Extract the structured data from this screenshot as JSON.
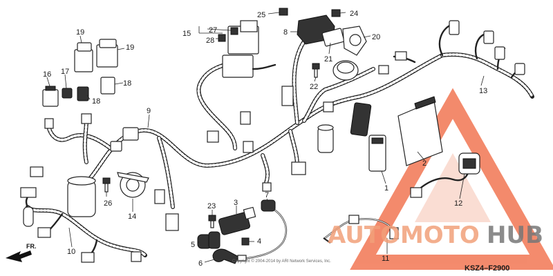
{
  "diagram": {
    "callouts": [
      {
        "id": "c1",
        "text": "1"
      },
      {
        "id": "c2",
        "text": "2"
      },
      {
        "id": "c3",
        "text": "3"
      },
      {
        "id": "c4",
        "text": "4"
      },
      {
        "id": "c5",
        "text": "5"
      },
      {
        "id": "c6",
        "text": "6"
      },
      {
        "id": "c7",
        "text": "7"
      },
      {
        "id": "c8",
        "text": "8"
      },
      {
        "id": "c9",
        "text": "9"
      },
      {
        "id": "c10",
        "text": "10"
      },
      {
        "id": "c11",
        "text": "11"
      },
      {
        "id": "c12",
        "text": "12"
      },
      {
        "id": "c13",
        "text": "13"
      },
      {
        "id": "c14",
        "text": "14"
      },
      {
        "id": "c15",
        "text": "15"
      },
      {
        "id": "c16",
        "text": "16"
      },
      {
        "id": "c17",
        "text": "17"
      },
      {
        "id": "c18a",
        "text": "18"
      },
      {
        "id": "c18b",
        "text": "18"
      },
      {
        "id": "c19a",
        "text": "19"
      },
      {
        "id": "c19b",
        "text": "19"
      },
      {
        "id": "c20",
        "text": "20"
      },
      {
        "id": "c21",
        "text": "21"
      },
      {
        "id": "c22",
        "text": "22"
      },
      {
        "id": "c23",
        "text": "23"
      },
      {
        "id": "c24",
        "text": "24"
      },
      {
        "id": "c25",
        "text": "25"
      },
      {
        "id": "c26",
        "text": "26"
      },
      {
        "id": "c27",
        "text": "27"
      },
      {
        "id": "c28",
        "text": "28"
      }
    ],
    "drawing_code": "KSZ4–F2900",
    "front_marker": "FR.",
    "copyright": "Copyright © 2004-2014 by ARI Network Services, Inc.",
    "watermark": {
      "part1": "AUTOMOTO",
      "part2": "HUB"
    },
    "colors": {
      "watermark_accent": "#f0643c",
      "watermark_text": "#777777",
      "ink": "#222222"
    }
  }
}
